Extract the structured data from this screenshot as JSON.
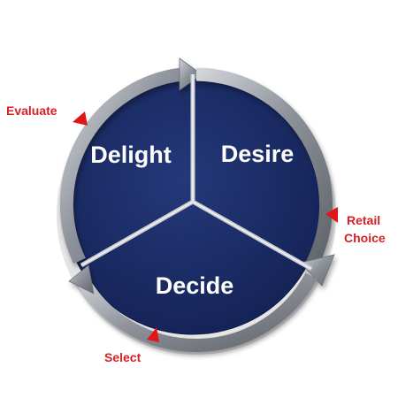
{
  "segments": {
    "delight": "Delight",
    "desire": "Desire",
    "decide": "Decide"
  },
  "steps": {
    "evaluate": "Evaluate",
    "retail_line1": "Retail",
    "retail_line2": "Choice",
    "select": "Select"
  },
  "colors": {
    "circle_fill": "#1b2c63",
    "ring": "#9a9fa8",
    "label_text": "#ffffff",
    "step_marker": "#e0161b",
    "step_text": "#d81f26"
  }
}
